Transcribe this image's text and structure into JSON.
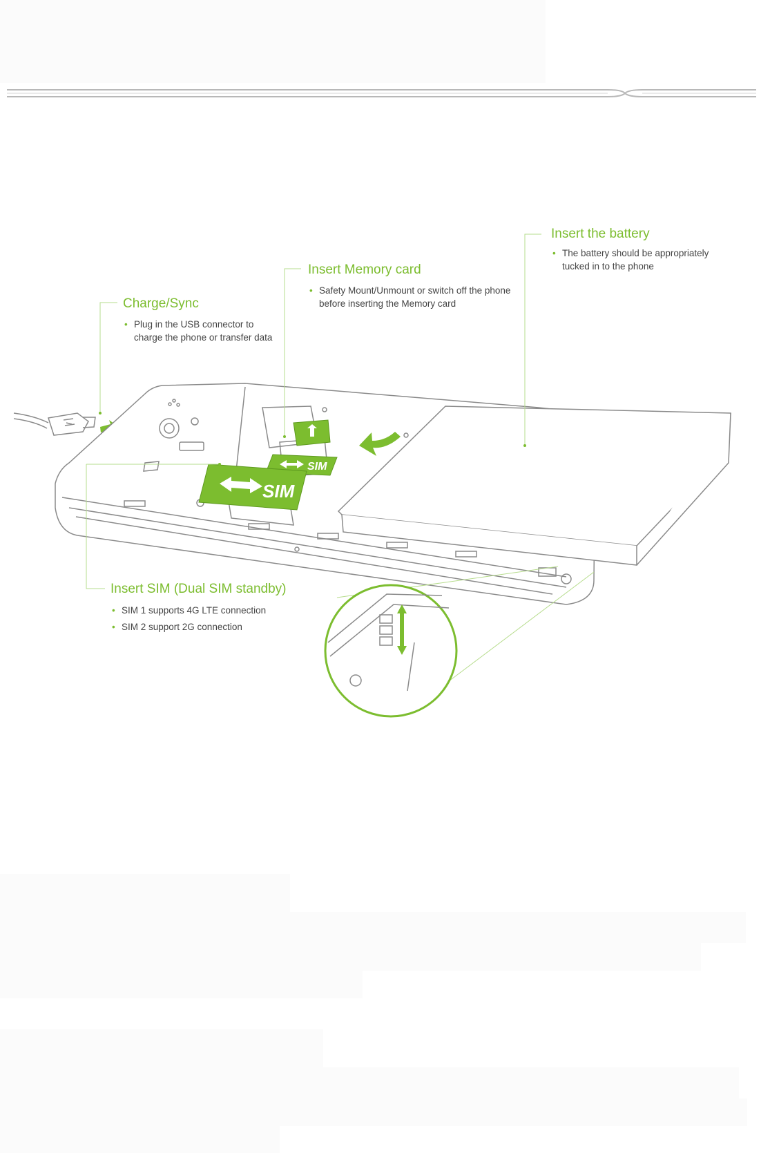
{
  "callouts": {
    "charge": {
      "title": "Charge/Sync",
      "items": [
        "Plug in the USB connector to charge the phone or transfer data"
      ]
    },
    "memory": {
      "title": "Insert Memory card",
      "items": [
        "Safety Mount/Unmount or switch off the phone before inserting the Memory card"
      ]
    },
    "battery": {
      "title": "Insert the battery",
      "items": [
        "The battery should be appropriately tucked in to the phone"
      ]
    },
    "sim": {
      "title": "Insert SIM (Dual SIM standby)",
      "items": [
        "SIM 1 supports 4G LTE connection",
        "SIM 2 support 2G connection"
      ]
    }
  },
  "card_labels": {
    "sim1": "SIM",
    "sim2": "SIM"
  },
  "colors": {
    "accent": "#7cbd2f",
    "outline": "#8a8a8a",
    "text": "#444444"
  }
}
